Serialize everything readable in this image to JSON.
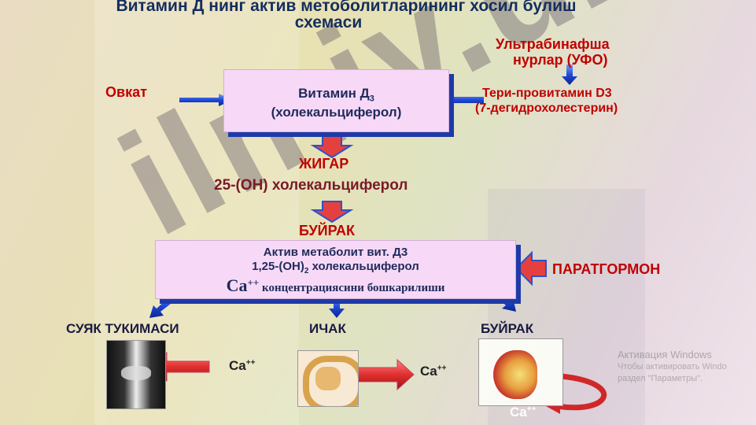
{
  "title_line1": "Витамин Д нинг актив метоболитларининг хосил булиш",
  "title_line2": "схемаси",
  "uv_line1": "Ультрабинафша",
  "uv_line2": "нурлар (УФО)",
  "food": "Овкат",
  "skin_line1": "Тери-провитамин D3",
  "skin_line2": "(7-дегидрохолестерин)",
  "vitd_line1": "Витамин Д",
  "vitd_sub": "3",
  "vitd_line2": "(холекальциферол)",
  "liver": "ЖИГАР",
  "liver_product": "25-(OH) холекальциферол",
  "kidney": "БУЙРАК",
  "active_line1": "Актив метаболит вит. Д3",
  "active_line2_pre": "1,25-(OH)",
  "active_line2_sub": "2",
  "active_line2_post": " холекальциферол",
  "ca_symbol": "Ca",
  "ca_sup": "++",
  "active_line3": " концентрациясини бошкарилиши",
  "parathormone": "ПАРАТГОРМОН",
  "bone": "СУЯК ТУКИМАСИ",
  "intestine": "ИЧАК",
  "kidney2": "БУЙРАК",
  "watermark": "ilmiy.uz",
  "activation_title": "Активация Windows",
  "activation_line1": "Чтобы активировать Windo",
  "activation_line2": "раздел \"Параметры\"."
}
